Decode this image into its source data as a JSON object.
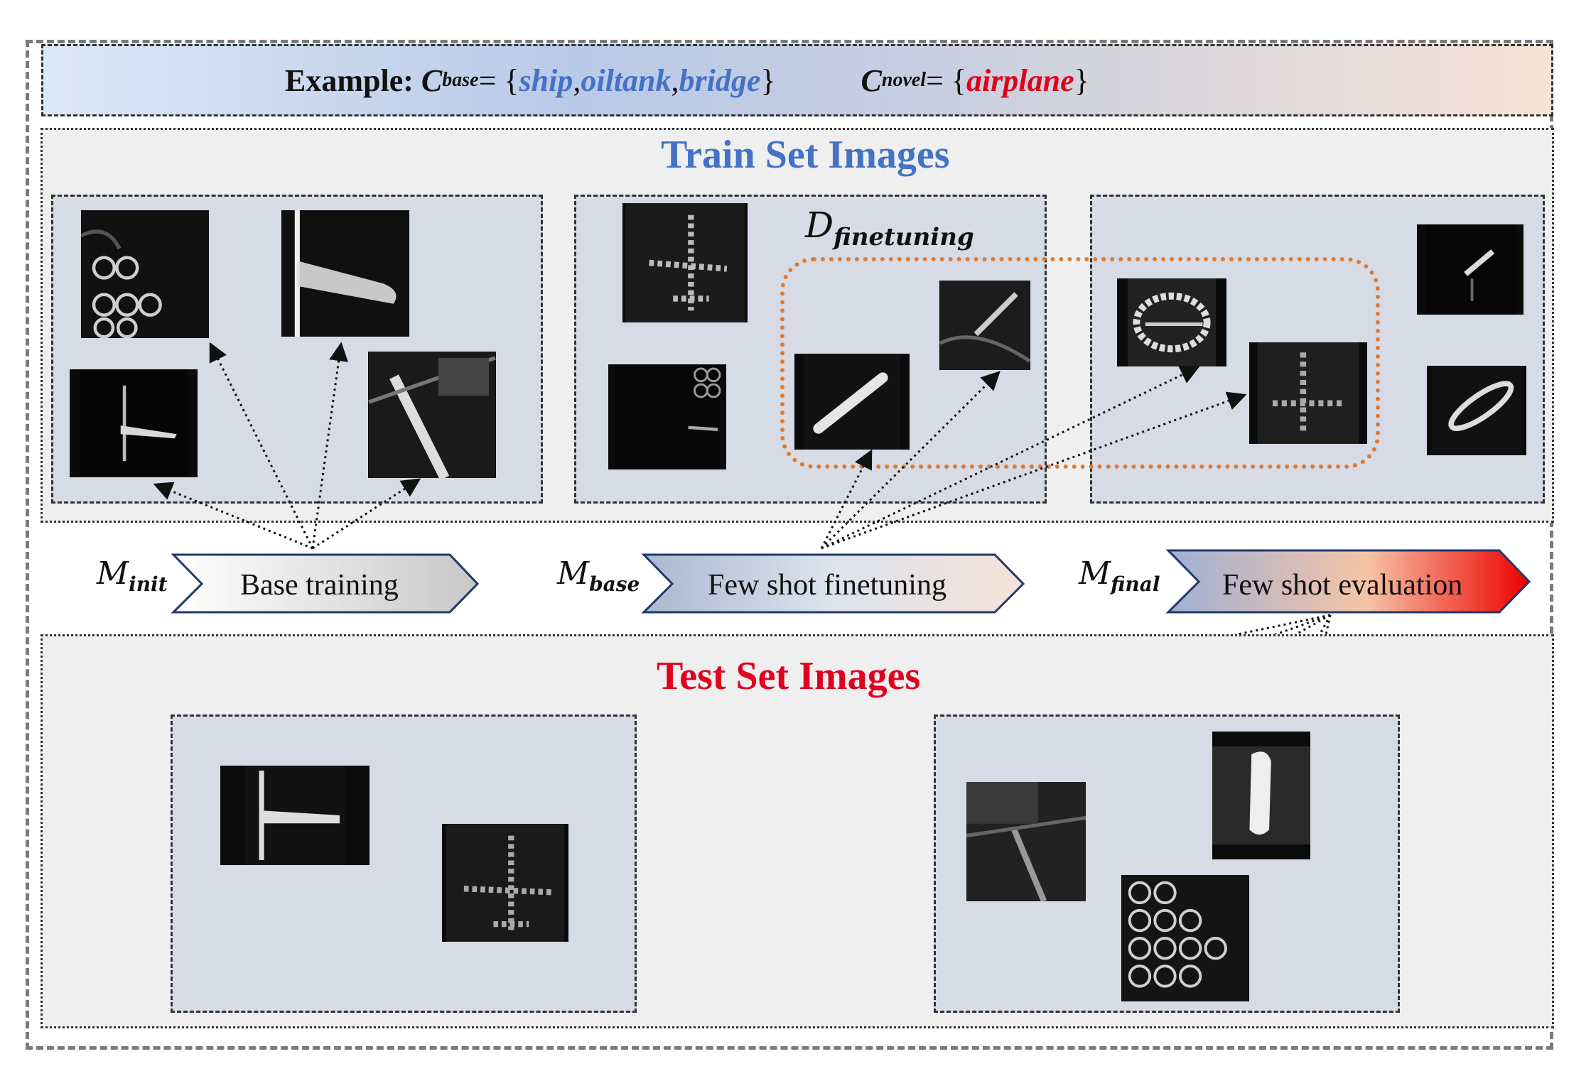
{
  "example": {
    "prefix": "Example: ",
    "c_base_symbol": "C",
    "c_base_sub": "base",
    "eq": " = {",
    "base_classes": [
      "ship",
      "oiltank",
      "bridge"
    ],
    "sep": ", ",
    "close": "}",
    "c_novel_symbol": "C",
    "c_novel_sub": "novel",
    "novel_classes": [
      "airplane"
    ]
  },
  "train_title": "Train Set Images",
  "test_title": "Test Set Images",
  "dfine": {
    "symbol": "D",
    "sub": "finetuning"
  },
  "stages": [
    {
      "model": "M",
      "model_sub": "init",
      "label": "Base training"
    },
    {
      "model": "M",
      "model_sub": "base",
      "label": "Few shot finetuning"
    },
    {
      "model": "M",
      "model_sub": "final",
      "label": "Few shot evaluation"
    }
  ],
  "colors": {
    "train_title": "#4472c4",
    "test_title": "#e00020",
    "base_class": "#4472c4",
    "novel_class": "#e0001b",
    "finetune_box": "#e07a30",
    "panel_bg": "#d6dbe5"
  }
}
